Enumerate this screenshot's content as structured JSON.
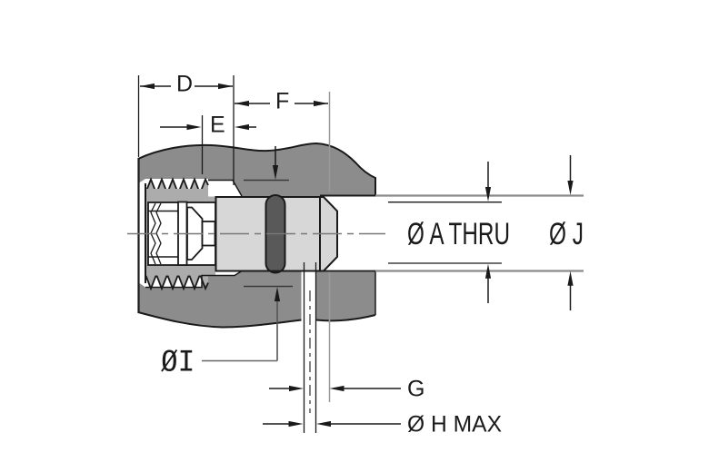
{
  "figure": {
    "type": "engineering-cross-section-diagram",
    "description": "Sectional view of a threaded cartridge fitting installed in a housing bore, with dimension callouts",
    "background": "#ffffff"
  },
  "labels": {
    "dim_d": "D",
    "dim_e": "E",
    "dim_f": "F",
    "dim_g": "G",
    "dia_a_thru": "Ø A THRU",
    "dia_j": "Ø J",
    "dia_i": "ØI",
    "dia_h_max": "Ø H MAX"
  },
  "colors": {
    "housing_fill": "#8C8C8C",
    "insert_fill": "#ACACAC",
    "body_fill": "#D7D7D7",
    "oring_fill": "#595959",
    "line_color": "#1A1A1A",
    "bore_line_color": "#8A8A8A",
    "centerline_color": "#787878",
    "background": "#FFFFFF"
  }
}
